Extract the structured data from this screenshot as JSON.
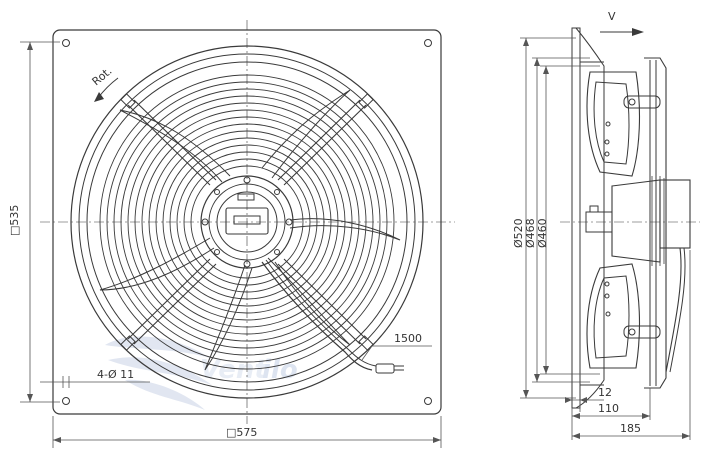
{
  "front_view": {
    "rotation_label": "Rot.",
    "height_label": "□535",
    "width_label": "□575",
    "holes_label": "4-Ø 11",
    "cable_label": "1500"
  },
  "side_view": {
    "airflow_label": "V",
    "dia_outer_label": "Ø520",
    "dia_mid_label": "Ø468",
    "dia_inner_label": "Ø460",
    "depth_small_label": "12",
    "depth_mid_label": "110",
    "depth_total_label": "185"
  },
  "colors": {
    "line": "#3a3a3a",
    "dim_line": "#555555",
    "watermark": "#c9d3e6"
  }
}
